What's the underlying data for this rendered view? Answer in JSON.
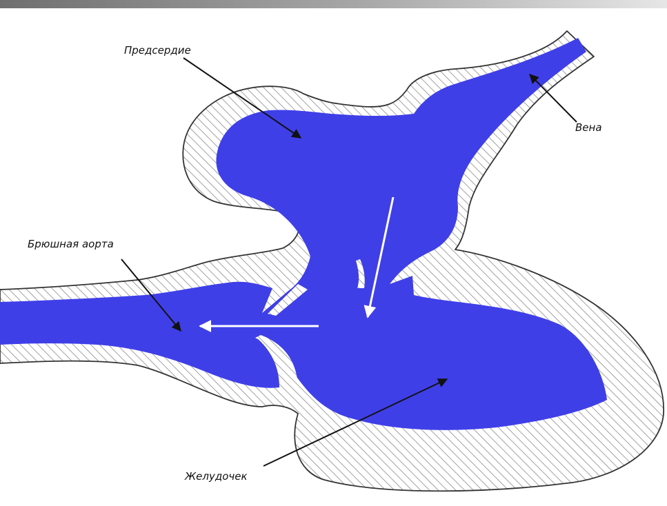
{
  "colors": {
    "blood": "#3f3fe8",
    "wall_outline": "#333333",
    "hatch": "#8a8a8a",
    "label_arrow": "#111111",
    "flow_arrow": "#ffffff",
    "header_bar": "#8a8a8a"
  },
  "labels": {
    "atrium": "Предсердие",
    "vein": "Вена",
    "aorta": "Брюшная аорта",
    "ventricle": "Желудочек"
  }
}
